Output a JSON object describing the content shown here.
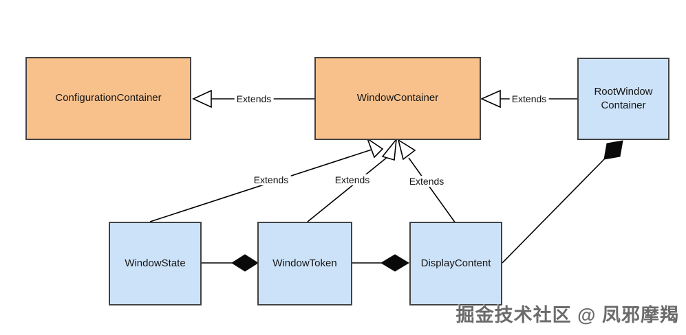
{
  "diagram": {
    "nodes": {
      "configuration_container": {
        "label": "ConfigurationContainer",
        "fill": "#F8C18C"
      },
      "window_container": {
        "label": "WindowContainer",
        "fill": "#F8C18C"
      },
      "root_window_container": {
        "label": "RootWindow\nContainer",
        "fill": "#CCE2F8"
      },
      "window_state": {
        "label": "WindowState",
        "fill": "#CCE2F8"
      },
      "window_token": {
        "label": "WindowToken",
        "fill": "#CCE2F8"
      },
      "display_content": {
        "label": "DisplayContent",
        "fill": "#CCE2F8"
      }
    },
    "edges": {
      "window_container_extends_configuration_container": {
        "label": "Extends",
        "type": "generalization"
      },
      "root_window_container_extends_window_container": {
        "label": "Extends",
        "type": "generalization"
      },
      "window_state_extends_window_container": {
        "label": "Extends",
        "type": "generalization"
      },
      "window_token_extends_window_container": {
        "label": "Extends",
        "type": "generalization"
      },
      "display_content_extends_window_container": {
        "label": "Extends",
        "type": "generalization"
      },
      "window_token_composes_window_state": {
        "type": "composition"
      },
      "display_content_composes_window_token": {
        "type": "composition"
      },
      "root_window_container_composes_display_content": {
        "type": "composition"
      }
    },
    "colors": {
      "orange_fill": "#F8C18C",
      "blue_fill": "#CCE2F8",
      "box_border": "#424242",
      "connector": "#000000",
      "background": "#FFFFFF",
      "watermark_text": "#6B6B6B"
    }
  },
  "watermark": {
    "text": "掘金技术社区 @ 凤邪摩羯"
  }
}
